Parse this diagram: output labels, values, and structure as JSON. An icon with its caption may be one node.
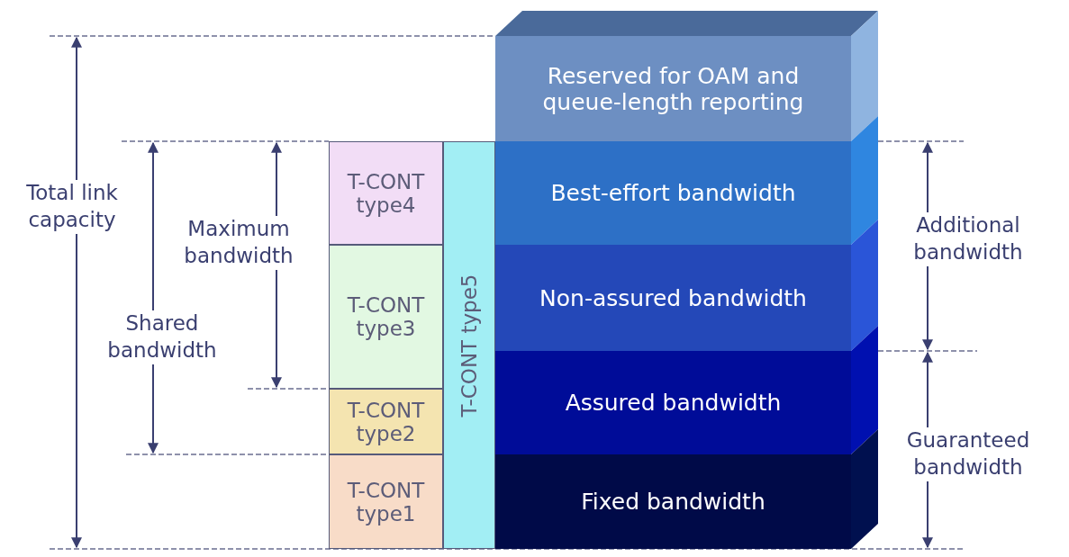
{
  "diagram": {
    "nodes": [
      {
        "text": [
          "Reserved for OAM and queue-length reporting"
        ]
      },
      {
        "text": [
          "T-CONT type4"
        ]
      },
      {
        "text": [
          "Best-effort bandwidth"
        ]
      },
      {
        "text": [
          "T-CONT type3"
        ]
      },
      {
        "text": [
          "Non-assured bandwidth"
        ]
      },
      {
        "text": [
          "T-CONT type2"
        ]
      },
      {
        "text": [
          "Assured bandwidth"
        ]
      },
      {
        "text": [
          "T-CONT type1"
        ]
      },
      {
        "text": [
          "Fixed bandwidth"
        ]
      },
      {
        "text": [
          "T-CONT type5"
        ]
      }
    ],
    "labels": [
      "Total link capacity",
      "Maximum bandwidth",
      "Additional bandwidth",
      "Shared bandwidth",
      "Guaranteed bandwidth"
    ]
  }
}
